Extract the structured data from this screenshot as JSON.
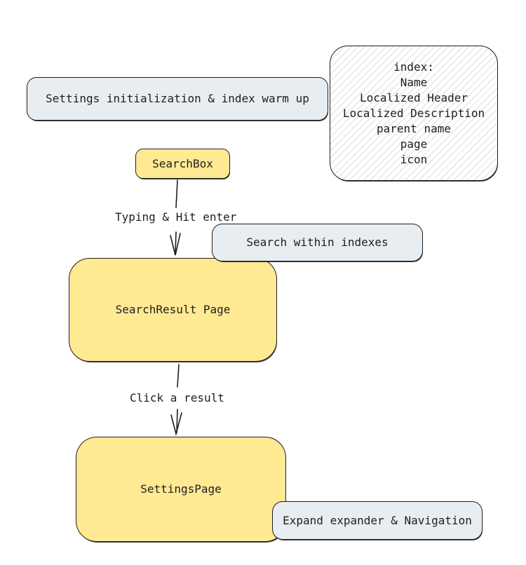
{
  "diagram": {
    "nodes": {
      "settings_init": {
        "label": "Settings initialization & index warm up"
      },
      "index_fields": {
        "lines": [
          "index:",
          "Name",
          "Localized Header",
          "Localized Description",
          "parent name",
          "page",
          "icon"
        ]
      },
      "search_box": {
        "label": "SearchBox"
      },
      "search_within": {
        "label": "Search within indexes"
      },
      "search_result": {
        "label": "SearchResult Page"
      },
      "settings_page": {
        "label": "SettingsPage"
      },
      "expand_nav": {
        "label": "Expand expander & Navigation"
      }
    },
    "edge_labels": {
      "typing": "Typing & Hit enter",
      "click": "Click a result"
    },
    "colors": {
      "node_yellow": "#ffe993",
      "node_gray": "#e8edf1",
      "stroke": "#1e1e1e",
      "hatch_line": "#dedede",
      "background": "#ffffff"
    }
  }
}
